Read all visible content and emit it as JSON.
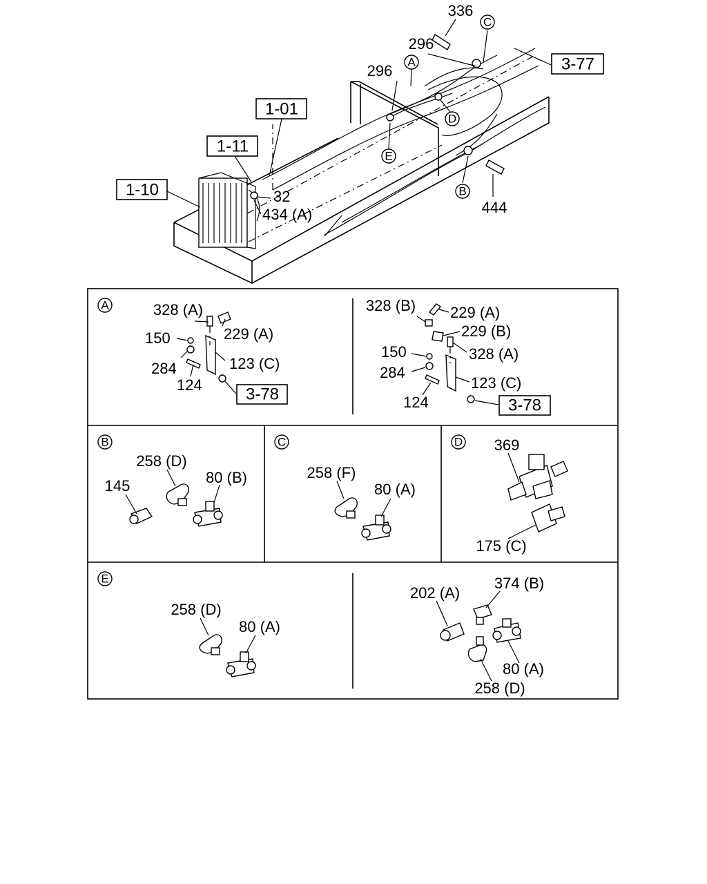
{
  "overview": {
    "labels": [
      "336",
      "296",
      "296",
      "32",
      "434 (A)",
      "444"
    ],
    "refs": [
      "1-01",
      "1-11",
      "1-10",
      "3-77"
    ],
    "callouts": [
      "A",
      "B",
      "C",
      "D",
      "E"
    ]
  },
  "panel_a": {
    "tag": "A",
    "left_labels": [
      "328 (A)",
      "229 (A)",
      "150",
      "284",
      "123 (C)",
      "124"
    ],
    "left_ref": "3-78",
    "right_labels": [
      "328 (B)",
      "229 (A)",
      "229 (B)",
      "328 (A)",
      "150",
      "284",
      "123 (C)",
      "124"
    ],
    "right_ref": "3-78"
  },
  "panel_b": {
    "tag": "B",
    "labels": [
      "258 (D)",
      "80 (B)",
      "145"
    ]
  },
  "panel_c": {
    "tag": "C",
    "labels": [
      "258 (F)",
      "80 (A)"
    ]
  },
  "panel_d": {
    "tag": "D",
    "labels": [
      "369",
      "175 (C)"
    ]
  },
  "panel_e": {
    "tag": "E",
    "left_labels": [
      "258 (D)",
      "80 (A)"
    ],
    "right_labels": [
      "202 (A)",
      "374 (B)",
      "80 (A)",
      "258 (D)"
    ]
  }
}
